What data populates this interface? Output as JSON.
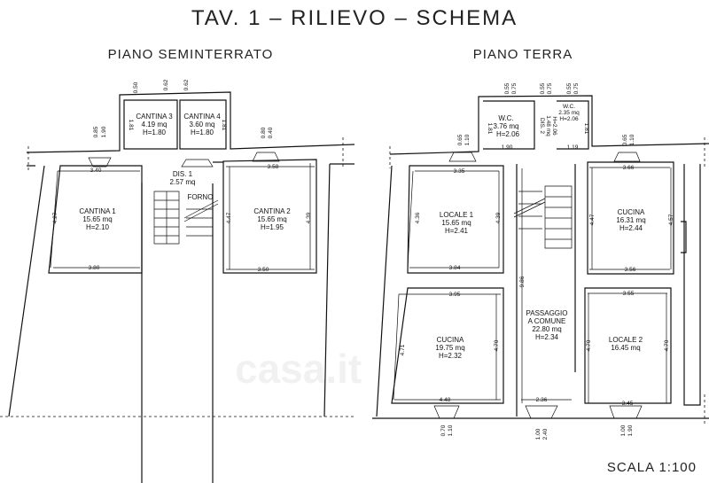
{
  "title": "TAV. 1 – RILIEVO – SCHEMA",
  "scale": "SCALA 1:100",
  "watermark": "casa.it",
  "seminterrato": {
    "heading": "PIANO SEMINTERRATO",
    "rooms": [
      {
        "name": "CANTINA 3",
        "area": "4.19 mq",
        "height": "H=1.80"
      },
      {
        "name": "CANTINA 4",
        "area": "3.60 mq",
        "height": "H=1.80"
      },
      {
        "name": "CANTINA 1",
        "area": "15.65 mq",
        "height": "H=2.10"
      },
      {
        "name": "DIS. 1",
        "area": "2.57 mq"
      },
      {
        "name": "CANTINA 2",
        "area": "15.65 mq",
        "height": "H=1.95"
      }
    ],
    "forno": "FORNO",
    "dims": [
      "0.50",
      "0.62",
      "0.62",
      "1.81",
      "1.81",
      "0.85",
      "1.90",
      "0.80",
      "0.40",
      "3.40",
      "3.80",
      "4.27",
      "3.58",
      "3.50",
      "4.47",
      "4.39"
    ]
  },
  "terra": {
    "heading": "PIANO TERRA",
    "rooms": [
      {
        "name": "W.C.",
        "area": "3.76 mq",
        "height": "H=2.06"
      },
      {
        "name": "DIS. 2",
        "area": "1.48 mq",
        "height": "H=2.06"
      },
      {
        "name": "W.C.",
        "area": "2.35 mq",
        "height": "H=2.06"
      },
      {
        "name": "LOCALE 1",
        "area": "15.65 mq",
        "height": "H=2.41"
      },
      {
        "name": "CUCINA",
        "area": "16.31 mq",
        "height": "H=2.44"
      },
      {
        "name": "CUCINA",
        "area": "19.75 mq",
        "height": "H=2.32"
      },
      {
        "name": "PASSAGGIO",
        "name2": "A COMUNE",
        "area": "22.80 mq",
        "height": "H=2.34"
      },
      {
        "name": "LOCALE 2",
        "area": "16.45 mq"
      }
    ],
    "dims": [
      "0.55",
      "0.75",
      "0.55",
      "0.75",
      "0.55",
      "0.75",
      "1.81",
      "1.90",
      "1.19",
      "1.81",
      "0.65",
      "1.10",
      "0.65",
      "1.10",
      "3.35",
      "3.84",
      "4.36",
      "4.39",
      "3.66",
      "3.56",
      "4.47",
      "4.57",
      "9.86",
      "3.95",
      "4.48",
      "4.71",
      "4.70",
      "2.36",
      "3.55",
      "3.45",
      "4.70",
      "4.70",
      "0.70",
      "1.10",
      "1.00",
      "2.40",
      "1.00",
      "1.90"
    ]
  }
}
